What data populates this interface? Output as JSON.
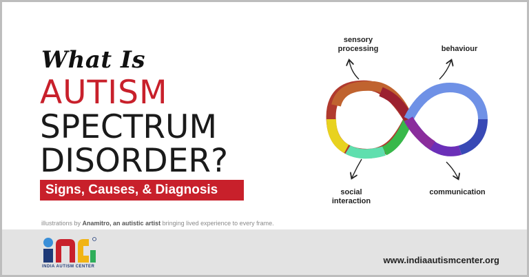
{
  "headline": {
    "line1": "What Is",
    "line2": "AUTISM",
    "line3": "SPECTRUM",
    "line4": "DISORDER?"
  },
  "subtitle": "Signs, Causes, & Diagnosis",
  "credit": {
    "prefix": "illustrations by",
    "artist": "Anamitro, an autistic artist",
    "suffix": "bringing lived experience to every frame."
  },
  "diagram": {
    "labels": {
      "sensory_line1": "sensory",
      "sensory_line2": "processing",
      "behaviour": "behaviour",
      "social_line1": "social",
      "social_line2": "interaction",
      "communication": "communication"
    }
  },
  "footer": {
    "org_name": "INDIA AUTISM CENTER",
    "website": "www.indiaautismcenter.org"
  },
  "colors": {
    "accent_red": "#c8202b",
    "text_dark": "#1a1a1a",
    "footer_bg": "#e3e3e3",
    "logo_blue": "#1e3a78"
  }
}
